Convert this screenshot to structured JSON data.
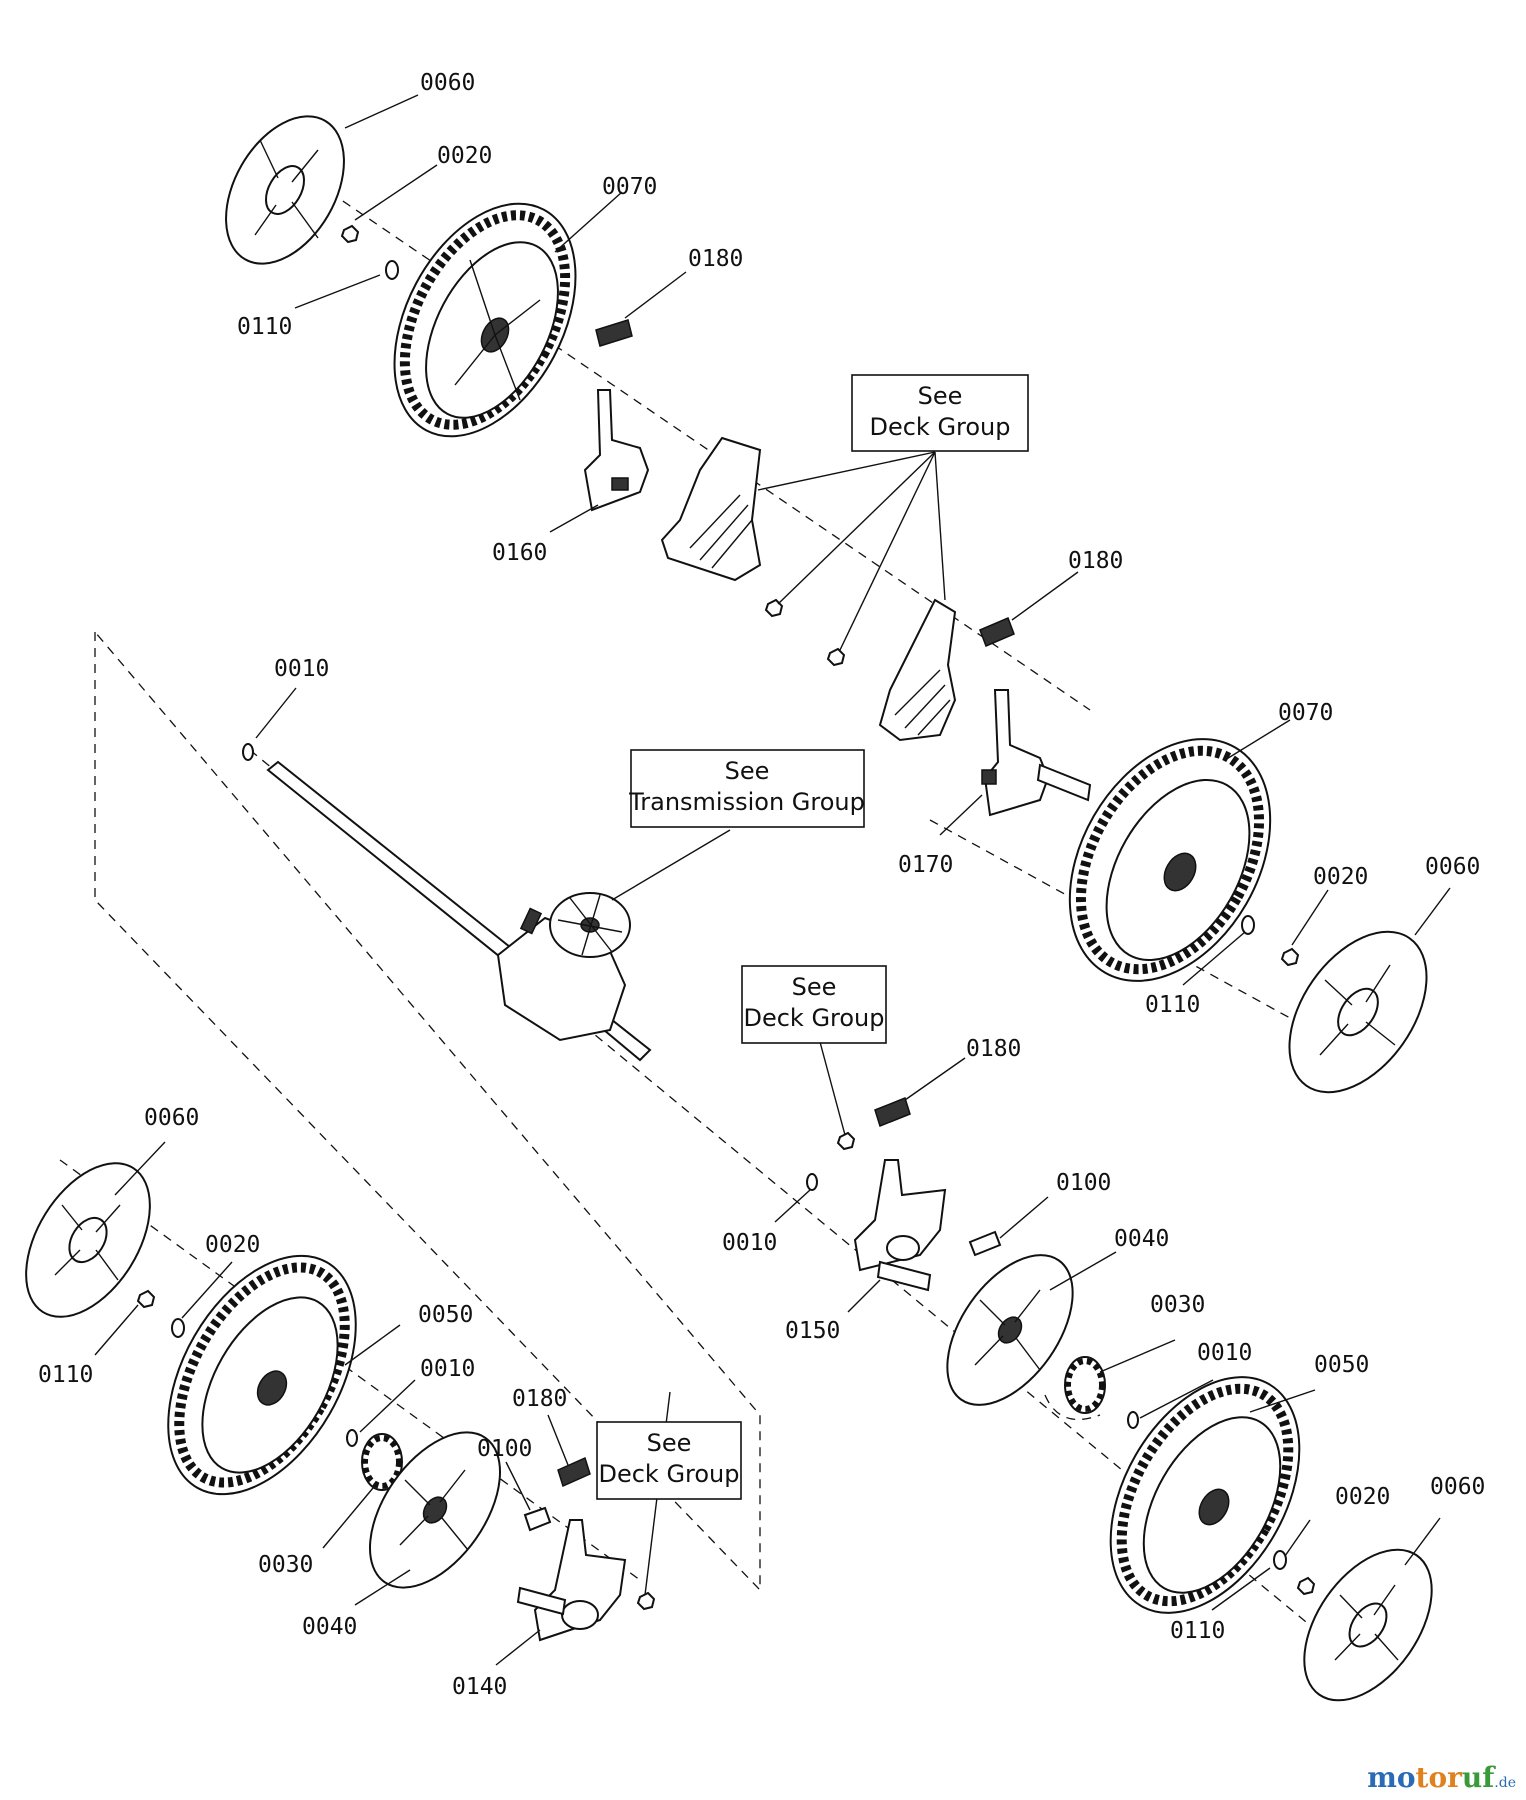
{
  "labels": {
    "l1": "0060",
    "l2": "0020",
    "l3": "0070",
    "l4": "0180",
    "l5": "0110",
    "l6": "0160",
    "l7": "0180",
    "l8": "0010",
    "l9": "0070",
    "l10": "0170",
    "l11": "0020",
    "l12": "0060",
    "l13": "0110",
    "l14": "0180",
    "l15": "0100",
    "l16": "0010",
    "l17": "0040",
    "l18": "0150",
    "l19": "0030",
    "l20": "0010",
    "l21": "0050",
    "l22": "0060",
    "l23": "0020",
    "l24": "0110",
    "l25": "0050",
    "l26": "0010",
    "l27": "0180",
    "l28": "0100",
    "l29": "0030",
    "l30": "0040",
    "l31": "0140",
    "l32": "0020",
    "l33": "0060",
    "l34": "0110"
  },
  "callouts": {
    "deck_group_top": {
      "line1": "See",
      "line2": "Deck Group"
    },
    "transmission_group": {
      "line1": "See",
      "line2": "Transmission Group"
    },
    "deck_group_middle": {
      "line1": "See",
      "line2": "Deck Group"
    },
    "deck_group_bottom": {
      "line1": "See",
      "line2": "Deck Group"
    }
  },
  "watermark": {
    "part1": "mo",
    "part2": "tor",
    "part3": "uf",
    "suffix": ".de"
  }
}
